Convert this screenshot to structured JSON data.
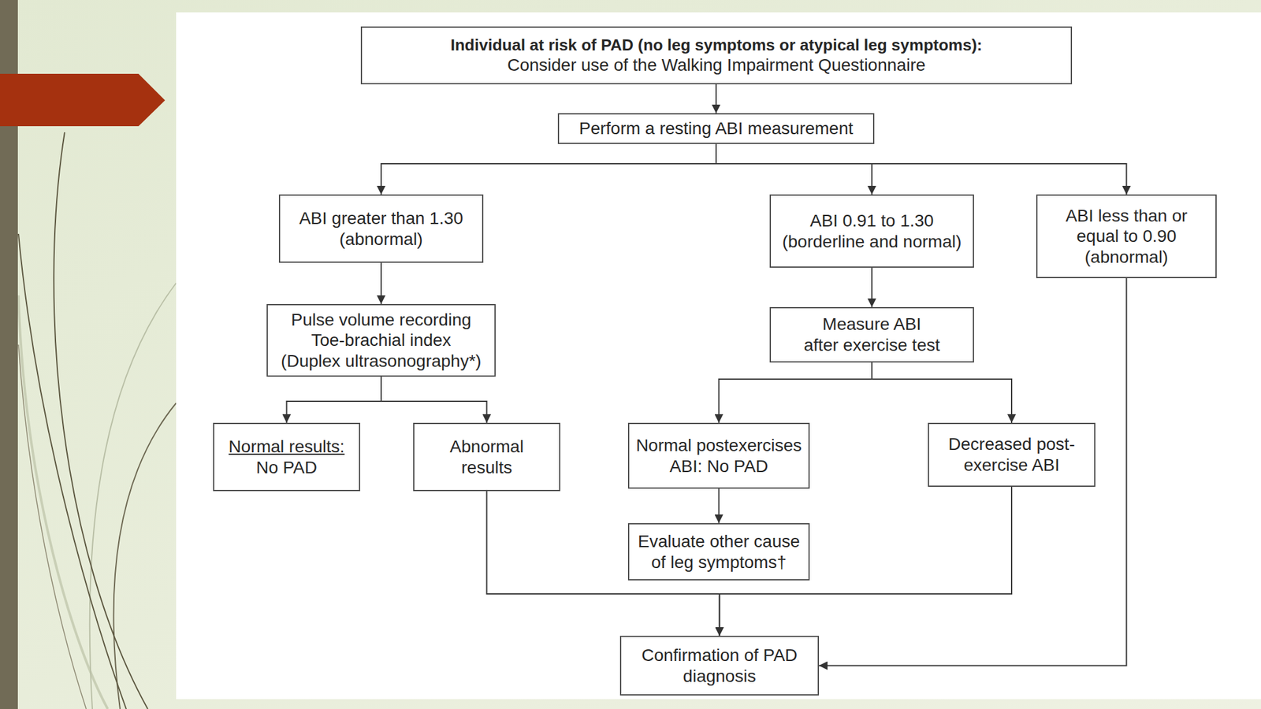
{
  "diagram": {
    "nodes": [
      {
        "text": [
          "Individual at risk of PAD (no leg symptoms or atypical leg symptoms):",
          "Consider use of the Walking Impairment Questionnaire"
        ]
      },
      {
        "text": [
          "Perform a resting ABI measurement"
        ]
      },
      {
        "text": [
          "ABI greater than 1.30 (abnormal)"
        ]
      },
      {
        "text": [
          "ABI 0.91 to 1.30 (borderline and normal)"
        ]
      },
      {
        "text": [
          "ABI less than or equal to 0.90 (abnormal)"
        ]
      },
      {
        "text": [
          "Pulse volume recording Toe-brachial index (Duplex ultrasonography*)"
        ]
      },
      {
        "text": [
          "Measure ABI after exercise test"
        ]
      },
      {
        "text": [
          "Normal results:",
          "No PAD"
        ]
      },
      {
        "text": [
          "Abnormal results"
        ]
      },
      {
        "text": [
          "Normal postexercises ABI: No PAD"
        ]
      },
      {
        "text": [
          "Decreased post- exercise ABI"
        ]
      },
      {
        "text": [
          "Evaluate other cause of leg symptoms†"
        ]
      },
      {
        "text": [
          "Confirmation of PAD diagnosis"
        ]
      }
    ],
    "edges": [
      {
        "from": 0,
        "to": 1,
        "arrow": "to"
      },
      {
        "from": 1,
        "to": 2,
        "arrow": "to"
      },
      {
        "from": 1,
        "to": 3,
        "arrow": "to"
      },
      {
        "from": 1,
        "to": 4,
        "arrow": "to"
      },
      {
        "from": 2,
        "to": 5,
        "arrow": "to"
      },
      {
        "from": 5,
        "to": 7,
        "arrow": "to"
      },
      {
        "from": 5,
        "to": 8,
        "arrow": "to"
      },
      {
        "from": 3,
        "to": 6,
        "arrow": "to"
      },
      {
        "from": 6,
        "to": 9,
        "arrow": "to"
      },
      {
        "from": 6,
        "to": 10,
        "arrow": "to"
      },
      {
        "from": 9,
        "to": 11,
        "arrow": "to"
      },
      {
        "from": 8,
        "to": 12,
        "arrow": "to"
      },
      {
        "from": 10,
        "to": 12,
        "arrow": "to"
      },
      {
        "from": 4,
        "to": 12,
        "arrow": "to"
      }
    ]
  }
}
